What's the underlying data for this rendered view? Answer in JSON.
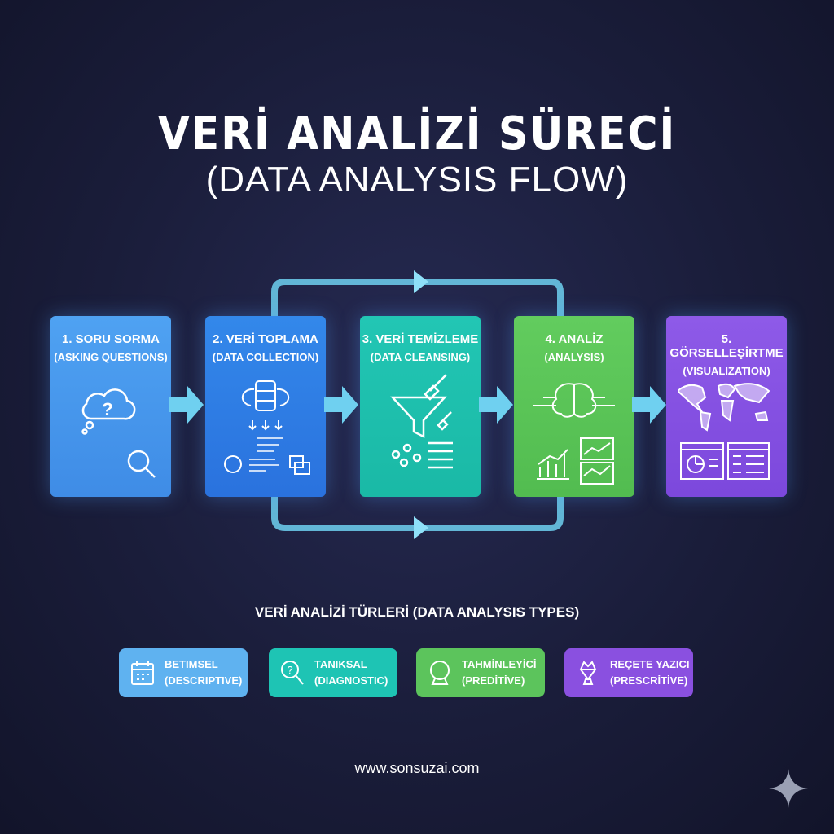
{
  "title": "VERİ ANALİZİ SÜRECİ",
  "subtitle": "(DATA ANALYSIS FLOW)",
  "steps": [
    {
      "title": "1. SORU SORMA",
      "subtitle": "(ASKING QUESTIONS)",
      "icon": "question-cloud-magnifier-icon",
      "color": "#4a9cf0"
    },
    {
      "title": "2. VERİ TOPLAMA",
      "subtitle": "(DATA COLLECTION)",
      "icon": "database-icon",
      "color": "#2f7fe6"
    },
    {
      "title": "3. VERİ TEMİZLEME",
      "subtitle": "(DATA CLEANSING)",
      "icon": "funnel-brush-icon",
      "color": "#1fc3b0"
    },
    {
      "title": "4. ANALİZ",
      "subtitle": "(ANALYSIS)",
      "icon": "brain-chart-icon",
      "color": "#5cc85a"
    },
    {
      "title": "5. GÖRSELLEŞİRTME",
      "subtitle": "(VISUALIZATION)",
      "icon": "world-map-dashboard-icon",
      "color": "#8a55e6"
    }
  ],
  "types_title": "VERİ ANALİZİ TÜRLERİ (DATA ANALYSIS TYPES)",
  "types": [
    {
      "name": "BETIMSEL",
      "en": "(DESCRIPTIVE)",
      "icon": "calendar-icon",
      "color": "#5fb2f0"
    },
    {
      "name": "TANIKSAL",
      "en": "(DIAGNOSTIC)",
      "icon": "question-magnifier-icon",
      "color": "#1ec4b4"
    },
    {
      "name": "TAHMİNLEYİCİ",
      "en": "(PREDİTİVE)",
      "icon": "crystal-ball-icon",
      "color": "#5cc45c"
    },
    {
      "name": "REÇETE YAZICI",
      "en": "(PRESCRİTİVE)",
      "icon": "crystal-icon",
      "color": "#8a50e0"
    }
  ],
  "footer": "www.sonsuzai.com"
}
